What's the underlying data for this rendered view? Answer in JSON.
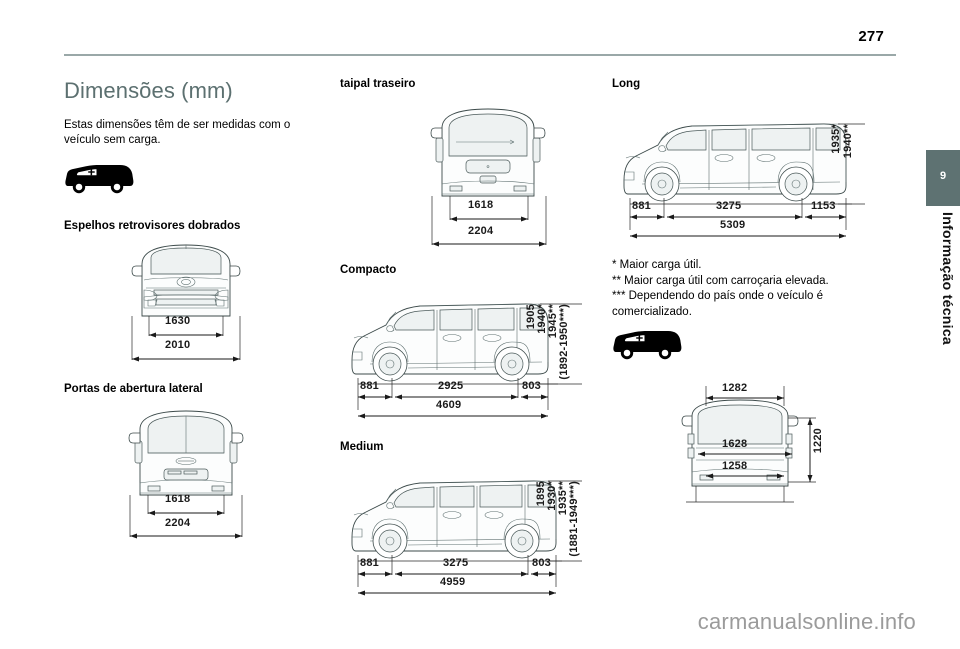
{
  "header": {
    "page_number": "277"
  },
  "sidebar": {
    "chapter_number": "9",
    "chapter_label": "Informação técnica"
  },
  "column1": {
    "title": "Dimensões (mm)",
    "intro": "Estas dimensões têm de ser medidas com o veículo sem carga.",
    "icon": "van-side-icon",
    "section_mirrors": {
      "heading": "Espelhos retrovisores dobrados",
      "dim_inner": "1630",
      "dim_outer": "2010"
    },
    "section_sidedoors": {
      "heading": "Portas de abertura lateral",
      "dim_inner": "1618",
      "dim_outer": "2204"
    }
  },
  "column2": {
    "section_tailgate": {
      "heading": "taipal traseiro",
      "dim_inner": "1618",
      "dim_outer": "2204"
    },
    "section_compact": {
      "heading": "Compacto",
      "dim_front_overhang": "881",
      "dim_wheelbase": "2925",
      "dim_rear_overhang": "803",
      "dim_total_length": "4609",
      "height_1": "1905",
      "height_2": "1940*",
      "height_3": "1945**",
      "height_4": "(1892-1950***)"
    },
    "section_medium": {
      "heading": "Medium",
      "dim_front_overhang": "881",
      "dim_wheelbase": "3275",
      "dim_rear_overhang": "803",
      "dim_total_length": "4959",
      "height_1": "1895",
      "height_2": "1930*",
      "height_3": "1935**",
      "height_4": "(1881-1949***)"
    }
  },
  "column3": {
    "section_long": {
      "heading": "Long",
      "dim_front_overhang": "881",
      "dim_wheelbase": "3275",
      "dim_rear_overhang": "1153",
      "dim_total_length": "5309",
      "height_1": "1935*",
      "height_2": "1940**"
    },
    "footnotes": {
      "line1": "* Maior carga útil.",
      "line2": "** Maior carga útil com carroçaria elevada.",
      "line3": "*** Dependendo do país onde o veículo é comercializado."
    },
    "icon": "van-side-icon",
    "section_rear_opening": {
      "dim_top": "1282",
      "dim_middle": "1628",
      "dim_bottom": "1258",
      "dim_height": "1220"
    }
  },
  "footer": {
    "watermark": "carmanualsonline.info"
  }
}
